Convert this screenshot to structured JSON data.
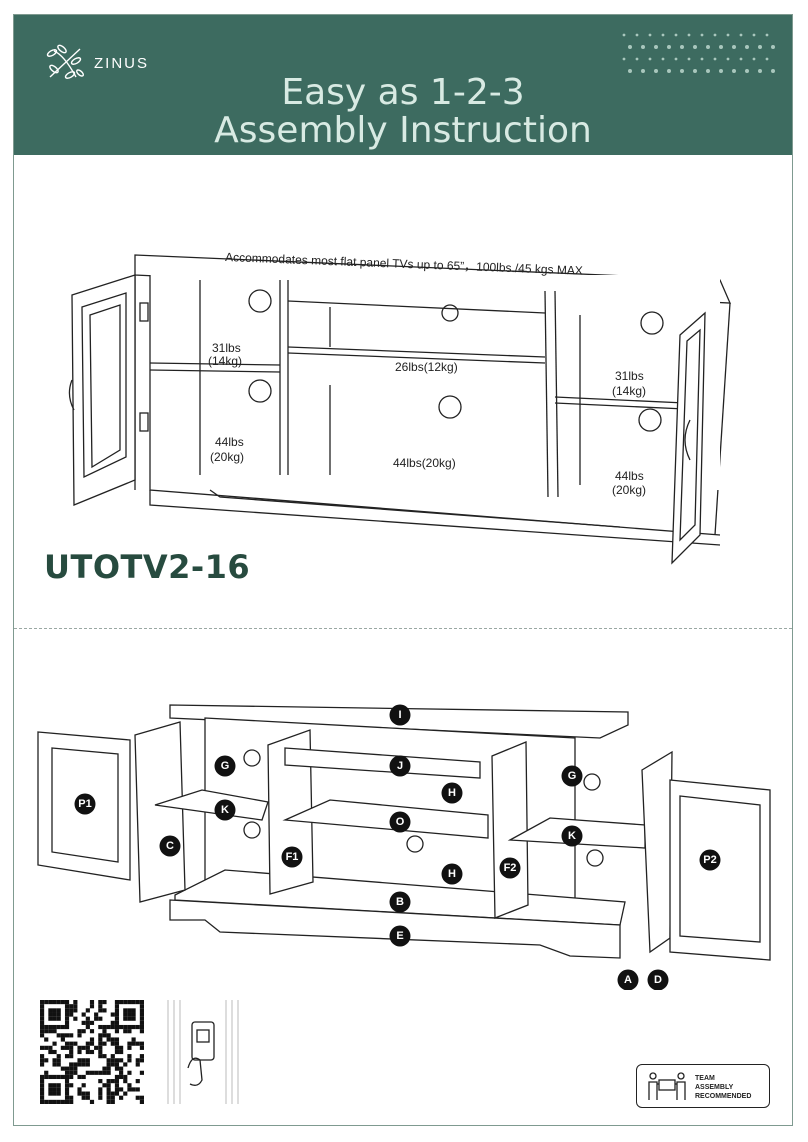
{
  "brand": {
    "name": "ZINUS",
    "logo_icon": "leaf-icon",
    "color_header": "#3d6b60",
    "color_title": "#d8eae3"
  },
  "title": {
    "line1": "Easy as 1-2-3",
    "line2": "Assembly Instruction"
  },
  "product": {
    "model": "UTOTV2-16",
    "capacity_note": "Accommodates most flat panel TVs up to 65”，100lbs./45 kgs MAX",
    "loads": {
      "left_upper": [
        "31lbs",
        "(14kg)"
      ],
      "left_lower": [
        "44lbs",
        "(20kg)"
      ],
      "center_upper": "26lbs(12kg)",
      "center_lower": "44lbs(20kg)",
      "right_upper": [
        "31lbs",
        "(14kg)"
      ],
      "right_lower": [
        "44lbs",
        "(20kg)"
      ]
    }
  },
  "parts": [
    "I",
    "G",
    "J",
    "H",
    "P1",
    "K",
    "O",
    "C",
    "F1",
    "F2",
    "H",
    "B",
    "E",
    "A",
    "D",
    "G",
    "K",
    "P2"
  ],
  "badge": {
    "line1": "TEAM",
    "line2": "ASSEMBLY",
    "line3": "RECOMMENDED",
    "icon": "two-people-icon"
  },
  "qr": {
    "icon": "qr-code-icon"
  },
  "phone": {
    "icon": "phone-scan-icon"
  }
}
